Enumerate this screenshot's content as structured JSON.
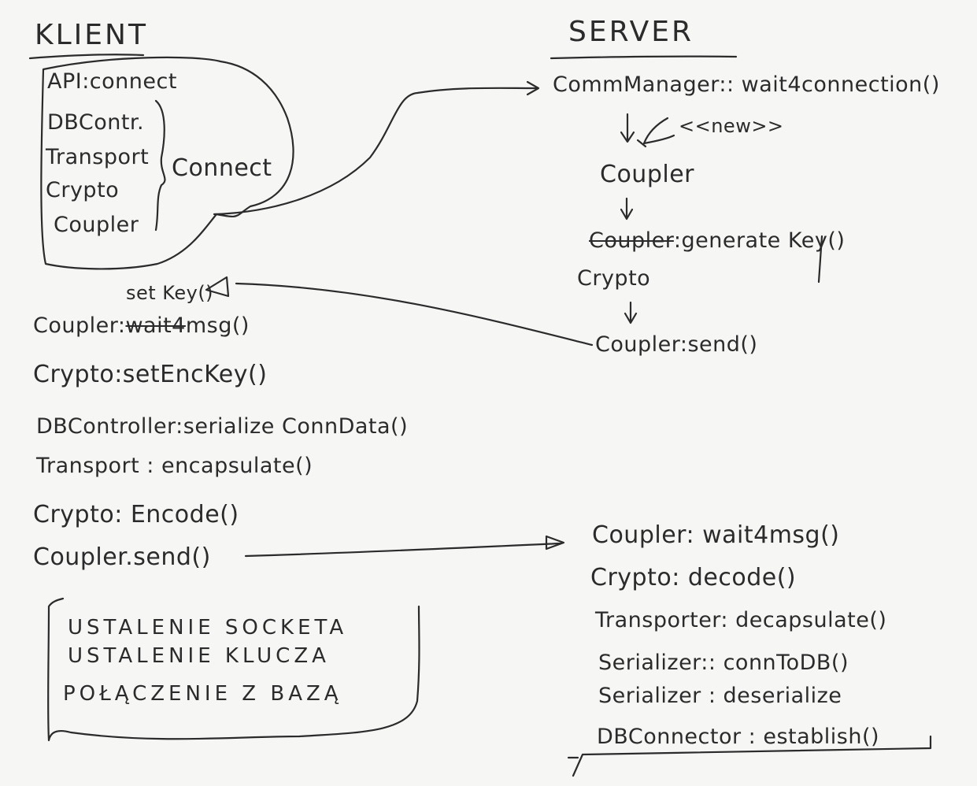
{
  "client": {
    "heading": "KLIENT",
    "connect_group": [
      "API:connect",
      "DBContr.",
      "Transport",
      "Crypto",
      "Coupler"
    ],
    "connect_label": "Connect",
    "set_key_note": "set Key()",
    "steps": {
      "coupler_wait_prefix": "Coupler:",
      "coupler_wait_struck": "wait4",
      "coupler_wait_rest": "msg()",
      "crypto_set": "Crypto:setEncKey()",
      "db_serialize": "DBController:serialize ConnData()",
      "transport": "Transport : encapsulate()",
      "crypto_encode": "Crypto: Encode()",
      "coupler_send": "Coupler.send()"
    },
    "note": [
      "USTALENIE SOCKETA",
      "USTALENIE KLUCZA",
      "POŁĄCZENIE Z BAZĄ"
    ]
  },
  "server": {
    "heading": "SERVER",
    "comm": "CommManager:: wait4connection()",
    "new_label": "<<new>>",
    "coupler": "Coupler",
    "genkey_struck": "Coupler",
    "genkey_rest": ":generate Key()",
    "crypto": "Crypto",
    "coupler_send": "Coupler:send()",
    "steps": [
      "Coupler: wait4msg()",
      "Crypto: decode()",
      "Transporter: decapsulate()",
      "Serializer:: connToDB()",
      "Serializer : deserialize",
      "DBConnector : establish()"
    ]
  }
}
